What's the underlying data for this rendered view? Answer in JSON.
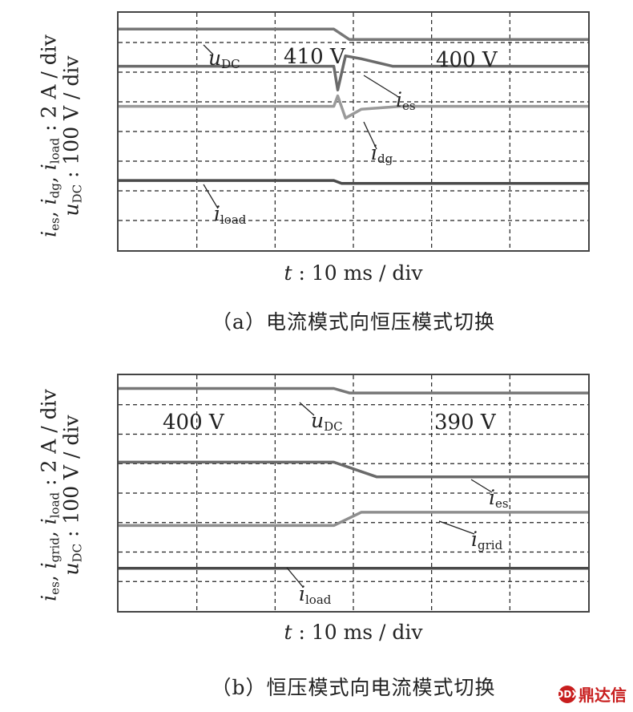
{
  "chart_data": [
    {
      "type": "line",
      "title": "",
      "ylabel_line1": ", , : 2 A / div",
      "ylabel_line2": ": 100 V / div",
      "ylabel_vars": [
        "i",
        "es",
        "i",
        "dg",
        "i",
        "load",
        "u",
        "DC"
      ],
      "xlabel_var": "t",
      "xlabel_text": ": 10 ms / div",
      "grid": true,
      "x_divisions": 6,
      "y_divisions": 8,
      "xlim": [
        0,
        6
      ],
      "ylim": [
        0,
        8
      ],
      "switch_time_div": 2.85,
      "series": [
        {
          "name": "u_DC",
          "x": [
            0,
            2.75,
            2.95,
            6
          ],
          "y": [
            7.45,
            7.45,
            7.1,
            7.1
          ]
        },
        {
          "name": "i_es",
          "x": [
            0,
            2.75,
            2.8,
            2.9,
            3.1,
            3.5,
            6
          ],
          "y": [
            6.2,
            6.2,
            5.4,
            6.55,
            6.45,
            6.2,
            6.2
          ]
        },
        {
          "name": "i_dg",
          "x": [
            0,
            2.75,
            2.8,
            2.9,
            3.1,
            3.6,
            6
          ],
          "y": [
            4.85,
            4.85,
            5.2,
            4.45,
            4.75,
            4.85,
            4.85
          ]
        },
        {
          "name": "i_load",
          "x": [
            0,
            2.75,
            2.85,
            6
          ],
          "y": [
            2.35,
            2.35,
            2.25,
            2.25
          ]
        }
      ],
      "annotations": [
        "410 V",
        "400 V"
      ]
    },
    {
      "type": "line",
      "title": "",
      "ylabel_line1": ", , : 2 A / div",
      "ylabel_line2": ": 100 V / div",
      "ylabel_vars": [
        "i",
        "es",
        "i",
        "grid",
        "i",
        "load",
        "u",
        "DC"
      ],
      "xlabel_var": "t",
      "xlabel_text": ": 10 ms / div",
      "grid": true,
      "x_divisions": 6,
      "y_divisions": 8,
      "xlim": [
        0,
        6
      ],
      "ylim": [
        0,
        8
      ],
      "switch_time_div": 2.8,
      "series": [
        {
          "name": "u_DC",
          "x": [
            0,
            2.75,
            2.95,
            6
          ],
          "y": [
            7.55,
            7.55,
            7.4,
            7.4
          ]
        },
        {
          "name": "i_es",
          "x": [
            0,
            2.75,
            3.3,
            6
          ],
          "y": [
            5.05,
            5.05,
            4.55,
            4.55
          ]
        },
        {
          "name": "i_grid",
          "x": [
            0,
            2.75,
            3.1,
            6
          ],
          "y": [
            2.9,
            2.9,
            3.35,
            3.35
          ]
        },
        {
          "name": "i_load",
          "x": [
            0,
            6
          ],
          "y": [
            1.45,
            1.45
          ]
        }
      ],
      "annotations": [
        "400 V",
        "390 V"
      ]
    }
  ],
  "labels_a": {
    "udc_var": "u",
    "udc_sub": "DC",
    "ies_var": "i",
    "ies_sub": "es",
    "idg_var": "i",
    "idg_sub": "dg",
    "iload_var": "i",
    "iload_sub": "load",
    "v_before": "410 V",
    "v_after": "400 V"
  },
  "labels_b": {
    "udc_var": "u",
    "udc_sub": "DC",
    "ies_var": "i",
    "ies_sub": "es",
    "igrid_var": "i",
    "igrid_sub": "grid",
    "iload_var": "i",
    "iload_sub": "load",
    "v_before": "400 V",
    "v_after": "390 V"
  },
  "captions": {
    "a": "（a）电流模式向恒压模式切换",
    "b": "（b）恒压模式向电流模式切换"
  },
  "watermark": {
    "text": "鼎达信",
    "mark": "DDX",
    "color": "#c81e1e"
  },
  "colors": {
    "u_DC": "#777777",
    "i_es": "#6a6a6a",
    "i_dg": "#9a9a9a",
    "i_grid": "#8e8e8e",
    "i_load": "#4a4a4a",
    "grid": "#222222"
  }
}
